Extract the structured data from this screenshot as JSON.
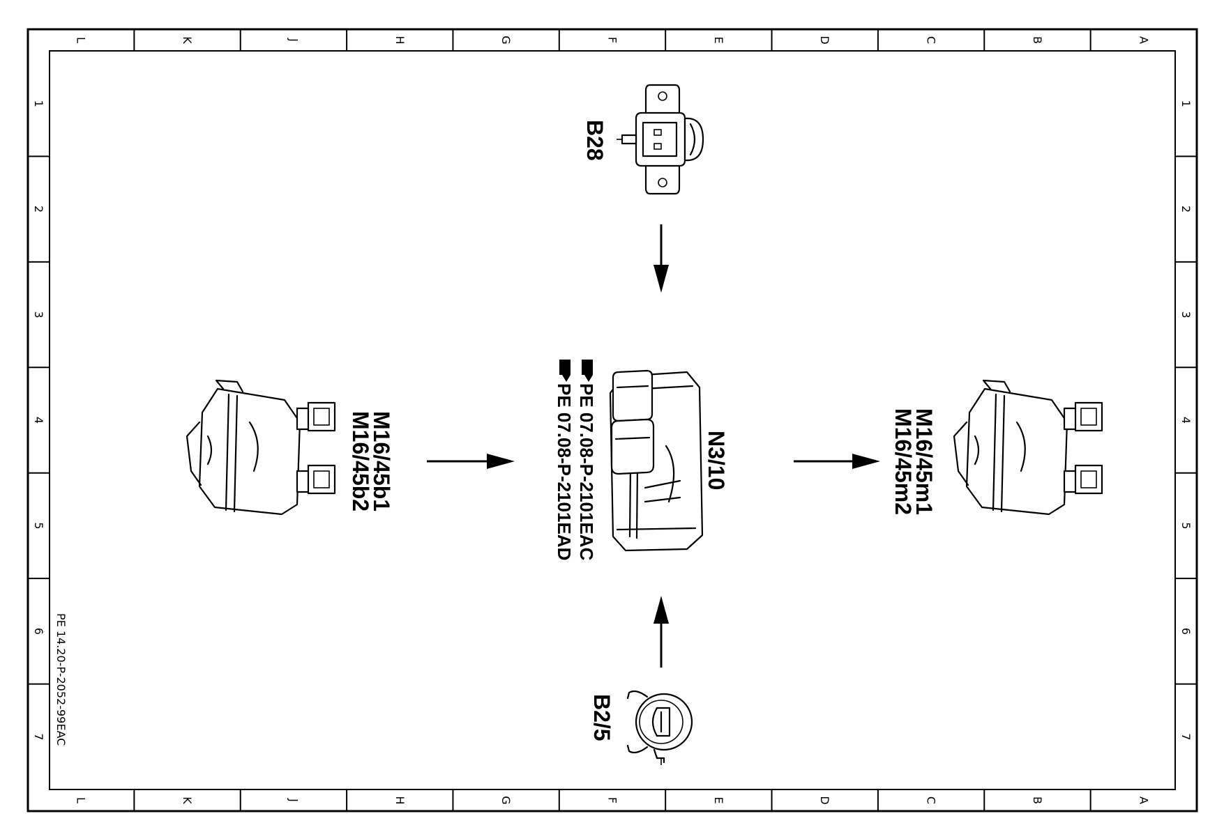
{
  "frame": {
    "columns": [
      "L",
      "K",
      "J",
      "H",
      "G",
      "F",
      "E",
      "D",
      "C",
      "B",
      "A"
    ],
    "rows": [
      "1",
      "2",
      "3",
      "4",
      "5",
      "6",
      "7"
    ],
    "drawing_number": "PE 14.20-P-2052-99EAC"
  },
  "components": {
    "b28_label": "B28",
    "b25_label": "B2/5",
    "n310_label": "N3/10",
    "m16_b_label_1": "M16/45b1",
    "m16_b_label_2": "M16/45b2",
    "m16_m_label_1": "M16/45m1",
    "m16_m_label_2": "M16/45m2"
  },
  "references": [
    {
      "symbol": "hand-pointer-icon",
      "text": "PE 07.08-P-2101EAC"
    },
    {
      "symbol": "hand-pointer-icon",
      "text": "PE 07.08-P-2101EAD"
    }
  ]
}
